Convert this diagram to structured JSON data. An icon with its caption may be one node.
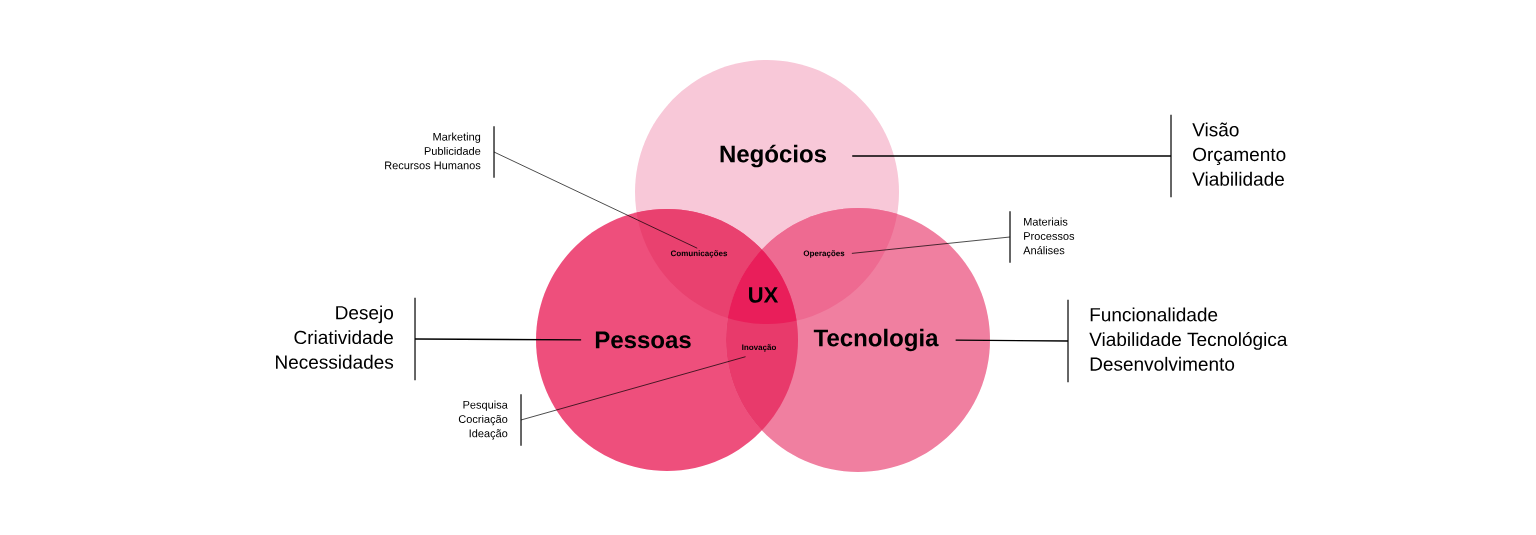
{
  "diagram": {
    "nodes": [
      {
        "text": [
          "Marketing",
          "Publicidade",
          "Recursos Humanos"
        ]
      },
      {
        "text": [
          "Negócios"
        ]
      },
      {
        "text": [
          "Visão",
          "Orçamento",
          "Viabilidade"
        ]
      },
      {
        "text": [
          "Materiais",
          "Processos",
          "Análises"
        ]
      },
      {
        "text": [
          "Comunicações"
        ]
      },
      {
        "text": [
          "Operações"
        ]
      },
      {
        "text": [
          "UX"
        ]
      },
      {
        "text": [
          "Desejo",
          "Criatividade",
          "Necessidades"
        ]
      },
      {
        "text": [
          "Pessoas"
        ]
      },
      {
        "text": [
          "Inovação"
        ]
      },
      {
        "text": [
          "Tecnologia"
        ]
      },
      {
        "text": [
          "Funcionalidade",
          "Viabilidade Tecnológica",
          "Desenvolvimento"
        ]
      },
      {
        "text": [
          "Pesquisa",
          "Cocriação",
          "Ideação"
        ]
      }
    ],
    "edges": [
      {
        "from": 0,
        "to": 4,
        "arrow": "none"
      },
      {
        "from": 1,
        "to": 2,
        "arrow": "none"
      },
      {
        "from": 5,
        "to": 3,
        "arrow": "none"
      },
      {
        "from": 7,
        "to": 8,
        "arrow": "none"
      },
      {
        "from": 10,
        "to": 11,
        "arrow": "none"
      },
      {
        "from": 9,
        "to": 12,
        "arrow": "none"
      }
    ]
  }
}
